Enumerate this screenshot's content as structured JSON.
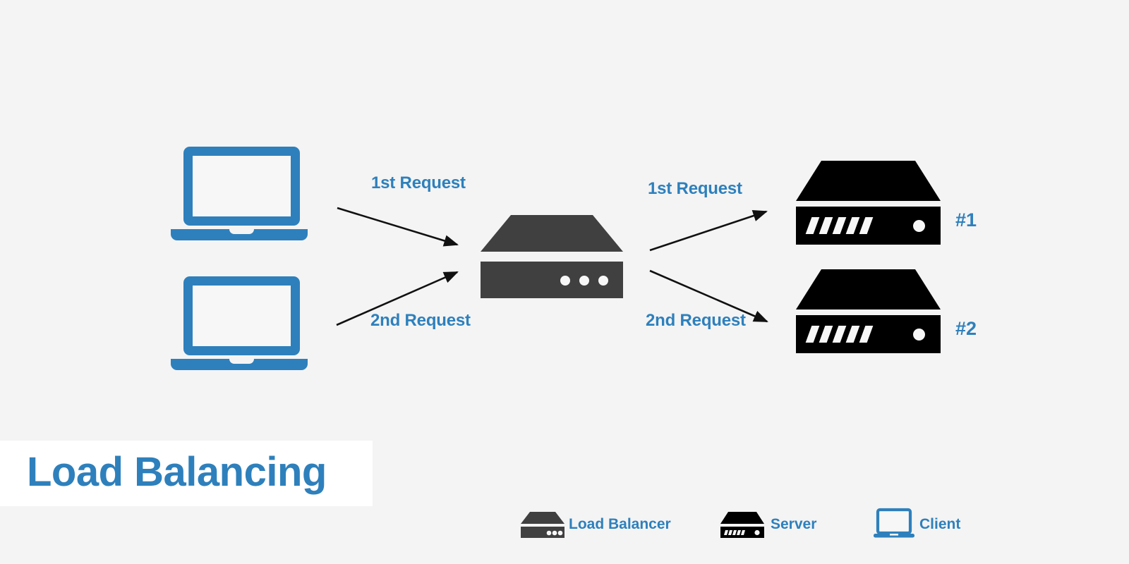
{
  "page": {
    "background_color": "#f4f4f4",
    "accent_color": "#2e80bc",
    "server_color": "#000000",
    "load_balancer_color": "#404040",
    "arrow_color": "#111111",
    "title": "Load Balancing"
  },
  "flows": {
    "client_to_lb": [
      {
        "label": "1st Request"
      },
      {
        "label": "2nd Request"
      }
    ],
    "lb_to_server": [
      {
        "label": "1st Request"
      },
      {
        "label": "2nd Request"
      }
    ]
  },
  "servers": [
    {
      "marker": "#1",
      "icon": "server-icon"
    },
    {
      "marker": "#2",
      "icon": "server-icon"
    }
  ],
  "clients": [
    {
      "icon": "laptop-icon"
    },
    {
      "icon": "laptop-icon"
    }
  ],
  "load_balancer": {
    "icon": "load-balancer-icon"
  },
  "legend": {
    "items": [
      {
        "label": "Load Balancer",
        "icon": "load-balancer-icon",
        "color": "#404040"
      },
      {
        "label": "Server",
        "icon": "server-icon",
        "color": "#000000"
      },
      {
        "label": "Client",
        "icon": "laptop-icon",
        "color": "#2e80bc"
      }
    ]
  }
}
